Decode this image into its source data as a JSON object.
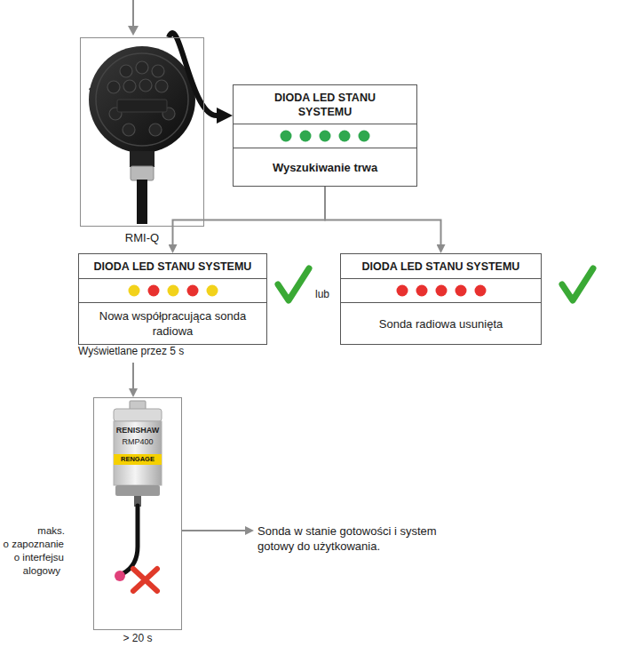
{
  "diagram": {
    "nodes": [
      {
        "text": [
          "RMI-Q"
        ]
      },
      {
        "text": [
          "DIODA LED STANU SYSTEMU",
          "Wyszukiwanie trwa"
        ]
      },
      {
        "text": [
          "DIODA LED STANU SYSTEMU",
          "Nowa współpracująca sonda radiowa"
        ]
      },
      {
        "text": [
          "DIODA LED STANU SYSTEMU",
          "Sonda radiowa usunięta"
        ]
      },
      {
        "text": [
          "> 20 s"
        ]
      },
      {
        "text": [
          "Sonda w stanie gotowości i system gotowy do użytkowania."
        ]
      }
    ],
    "edges": [
      {
        "from": 0,
        "to": 1,
        "arrow": "to"
      },
      {
        "from": 1,
        "to": 2,
        "arrow": "to"
      },
      {
        "from": 1,
        "to": 3,
        "arrow": "to"
      },
      {
        "from": 2,
        "to": 4,
        "arrow": "to"
      },
      {
        "from": 4,
        "to": 5,
        "arrow": "to"
      }
    ],
    "labels": [
      "lub",
      "Wyświetlane przez 5 s",
      "RENISHAW",
      "RMP400",
      "RENGAGE",
      "maks.",
      "o zapoznanie",
      "o interfejsu",
      "alogowy"
    ]
  }
}
